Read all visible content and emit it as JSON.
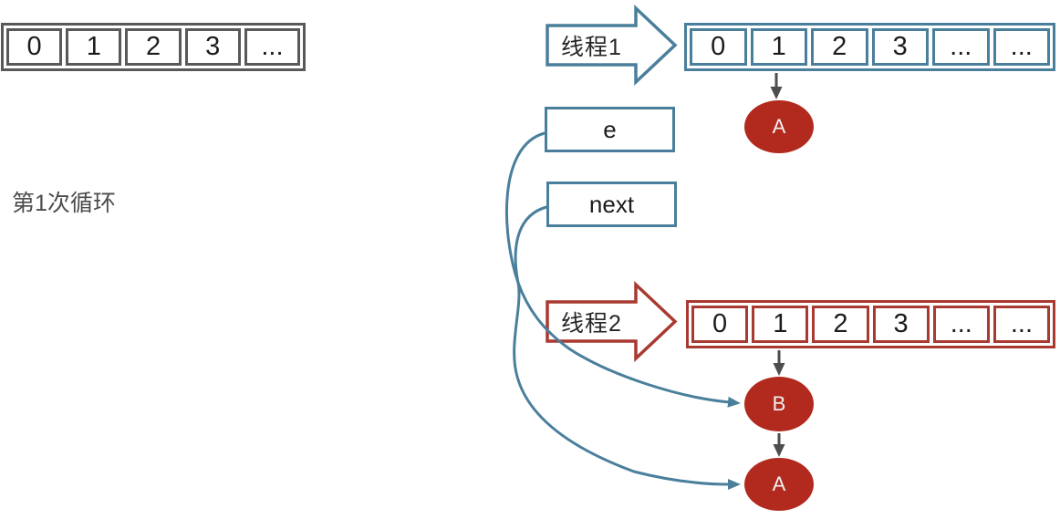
{
  "diagram": {
    "loop_label": "第1次循环",
    "threads": {
      "thread1": "线程1",
      "thread2": "线程2"
    },
    "pointers": {
      "e": "e",
      "next": "next"
    },
    "arrays": {
      "original": [
        "0",
        "1",
        "2",
        "3",
        "..."
      ],
      "thread1": [
        "0",
        "1",
        "2",
        "3",
        "...",
        "..."
      ],
      "thread2": [
        "0",
        "1",
        "2",
        "3",
        "...",
        "..."
      ]
    },
    "nodes": {
      "thread1_a": "A",
      "thread2_b": "B",
      "thread2_a": "A"
    },
    "colors": {
      "blue": "#4a7f9c",
      "red_stroke": "#a93a31",
      "red_fill": "#b22a1e",
      "gray_border": "#595959",
      "connector_gray": "#4d4d4d"
    }
  }
}
